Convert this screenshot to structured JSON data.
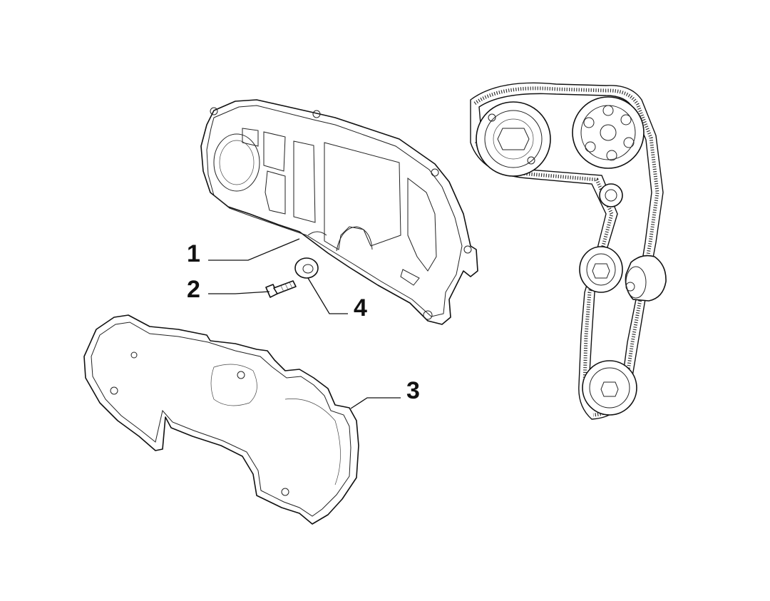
{
  "callouts": [
    {
      "id": "1",
      "text": "1",
      "part": "timing-cover-inner"
    },
    {
      "id": "2",
      "text": "2",
      "part": "bolt"
    },
    {
      "id": "3",
      "text": "3",
      "part": "timing-cover-outer"
    },
    {
      "id": "4",
      "text": "4",
      "part": "washer"
    }
  ]
}
